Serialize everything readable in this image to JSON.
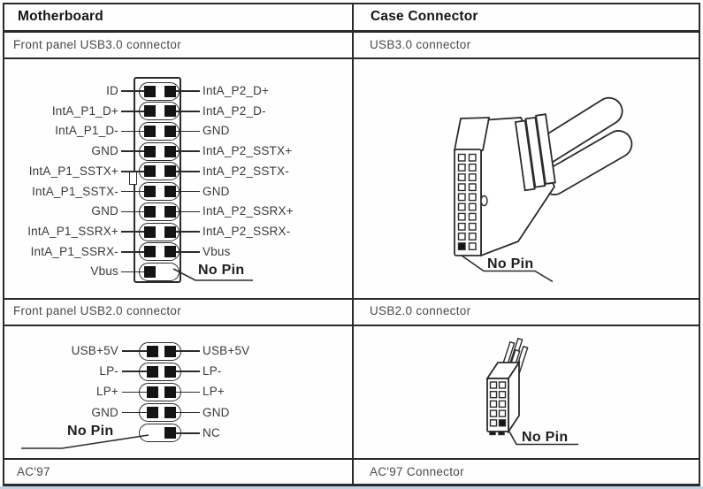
{
  "header": {
    "col1": "Motherboard",
    "col2": "Case Connector"
  },
  "rows": [
    {
      "left": "Front panel USB3.0 connector",
      "right": "USB3.0 connector"
    },
    {
      "left": "Front panel USB2.0 connector",
      "right": "USB2.0 connector"
    },
    {
      "left": "AC'97",
      "right": "AC'97 Connector"
    }
  ],
  "usb3_header": {
    "pins": [
      {
        "left_label": "ID",
        "right_label": "IntA_P2_D+",
        "left_pin": true,
        "right_pin": true
      },
      {
        "left_label": "IntA_P1_D+",
        "right_label": "IntA_P2_D-",
        "left_pin": true,
        "right_pin": true
      },
      {
        "left_label": "IntA_P1_D-",
        "right_label": "GND",
        "left_pin": true,
        "right_pin": true
      },
      {
        "left_label": "GND",
        "right_label": "IntA_P2_SSTX+",
        "left_pin": true,
        "right_pin": true
      },
      {
        "left_label": "IntA_P1_SSTX+",
        "right_label": "IntA_P2_SSTX-",
        "left_pin": true,
        "right_pin": true
      },
      {
        "left_label": "IntA_P1_SSTX-",
        "right_label": "GND",
        "left_pin": true,
        "right_pin": true
      },
      {
        "left_label": "GND",
        "right_label": "IntA_P2_SSRX+",
        "left_pin": true,
        "right_pin": true
      },
      {
        "left_label": "IntA_P1_SSRX+",
        "right_label": "IntA_P2_SSRX-",
        "left_pin": true,
        "right_pin": true
      },
      {
        "left_label": "IntA_P1_SSRX-",
        "right_label": "Vbus",
        "left_pin": true,
        "right_pin": true
      },
      {
        "left_label": "Vbus",
        "right_label": null,
        "left_pin": true,
        "right_pin": false
      }
    ],
    "no_pin_label": "No Pin"
  },
  "usb2_header": {
    "pins": [
      {
        "left_label": "USB+5V",
        "right_label": "USB+5V",
        "left_pin": true,
        "right_pin": true
      },
      {
        "left_label": "LP-",
        "right_label": "LP-",
        "left_pin": true,
        "right_pin": true
      },
      {
        "left_label": "LP+",
        "right_label": "LP+",
        "left_pin": true,
        "right_pin": true
      },
      {
        "left_label": "GND",
        "right_label": "GND",
        "left_pin": true,
        "right_pin": true
      },
      {
        "left_label": null,
        "right_label": "NC",
        "left_pin": false,
        "right_pin": true
      }
    ],
    "no_pin_label": "No Pin"
  },
  "usb3_connector": {
    "no_pin_label": "No Pin"
  },
  "usb2_connector": {
    "no_pin_label": "No Pin"
  },
  "colors": {
    "line": "#2b2b2b",
    "text": "#3a3a3a",
    "bottom_accent": "#bdd3e3"
  }
}
